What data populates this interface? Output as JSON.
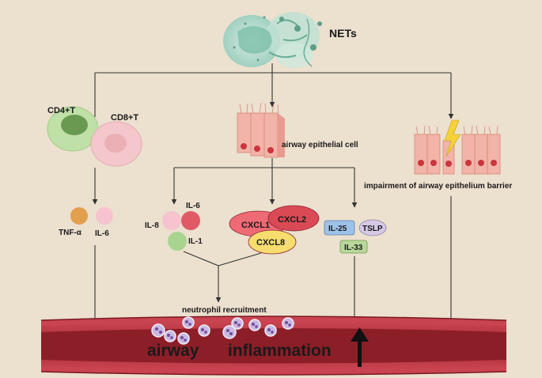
{
  "nets": {
    "label": "NETs"
  },
  "cells": {
    "cd4": "CD4+T",
    "cd8": "CD8+T",
    "epithelial": "airway epithelial cell",
    "barrier": "impairment of  airway epithelium barrier"
  },
  "tcell_cytokines": {
    "tnf": "TNF-α",
    "il6": "IL-6"
  },
  "epithelial_interleukins": {
    "il8": "IL-8",
    "il6": "IL-6",
    "il1": "IL-1"
  },
  "chemokines": {
    "cxcl1": "CXCL1",
    "cxcl2": "CXCL2",
    "cxcl8": "CXCL8"
  },
  "alarmins": {
    "il25": "IL-25",
    "tslp": "TSLP",
    "il33": "IL-33"
  },
  "outcome": {
    "neutrophil": "neutrophil recruitment",
    "airway": "airway",
    "inflammation": "inflammation"
  },
  "colors": {
    "background": "#ece0cf",
    "cd4_cell": "#bfe0a6",
    "cd8_cell": "#f3c7cc",
    "tnf": "#e2a04e",
    "il6": "#f6c3cf",
    "il8": "#f6c3cf",
    "il6_b": "#e05a66",
    "il1": "#a8d48f",
    "cxcl1": "#ee6a74",
    "cxcl2": "#d94a55",
    "cxcl8": "#f7dd6e",
    "il25": "#9dc2e8",
    "tslp": "#d6c9e6",
    "il33": "#b8d89a",
    "airway_outer": "#b8313d",
    "airway_lumen": "#7a1820"
  }
}
